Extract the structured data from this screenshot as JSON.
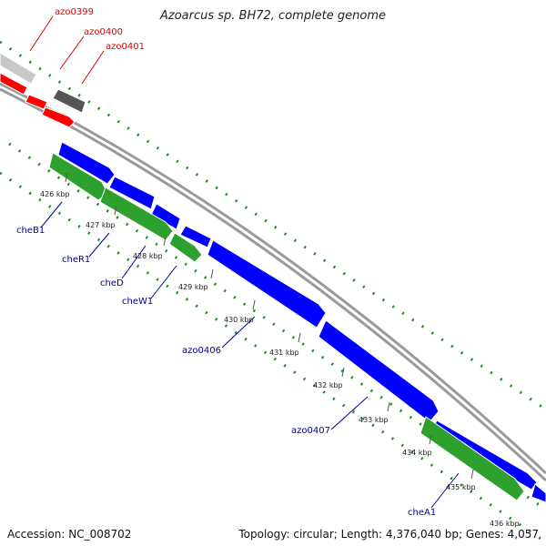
{
  "title": "Azoarcus sp. BH72, complete genome",
  "footer": {
    "accession": "Accession: NC_008702",
    "topology": "Topology: circular; Length: 4,376,040 bp; Genes: 4,057"
  },
  "colors": {
    "backbone": "#9a9a9a",
    "dots": "#1f8a1f",
    "red_gene": "#ff0000",
    "grey_gene": "#c8c8c8",
    "dark_gene": "#555555",
    "blue_gene": "#0000ff",
    "green_gene": "#2ea02e",
    "red_label": "#e00000",
    "blue_label": "#00009a"
  },
  "ticks": [
    "426 kbp",
    "427 kbp",
    "428 kbp",
    "429 kbp",
    "430 kbp",
    "431 kbp",
    "432 kbp",
    "433 kbp",
    "434 kbp",
    "435 kbp",
    "436 kbp"
  ],
  "gene_labels": [
    "azo0399",
    "azo0400",
    "azo0401",
    "cheB1",
    "cheR1",
    "cheD",
    "cheW1",
    "azo0406",
    "azo0407",
    "cheA1"
  ]
}
